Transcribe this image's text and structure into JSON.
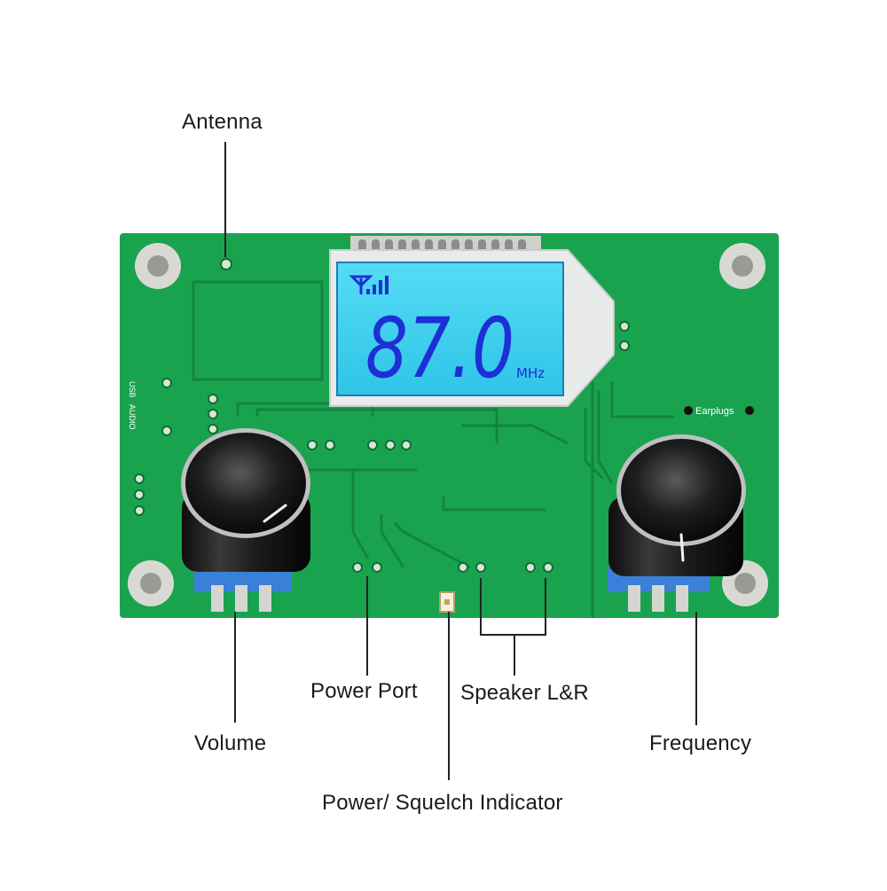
{
  "callouts": {
    "antenna": "Antenna",
    "power_port": "Power Port",
    "speaker": "Speaker L&R",
    "volume": "Volume",
    "frequency": "Frequency",
    "indicator": "Power/ Squelch Indicator"
  },
  "board": {
    "lcd_frequency": "87.0",
    "lcd_unit": "MHz",
    "silkscreen_earplugs": "Earplugs",
    "silkscreen_usb": "USB",
    "silkscreen_audio": "AUDIO"
  },
  "colors": {
    "pcb": "#1aa34f",
    "pcb_dark": "#13843f",
    "lcd_bg": "#3fd0ee",
    "lcd_digits": "#1e2fd6",
    "knob": "#1b1b1b"
  }
}
